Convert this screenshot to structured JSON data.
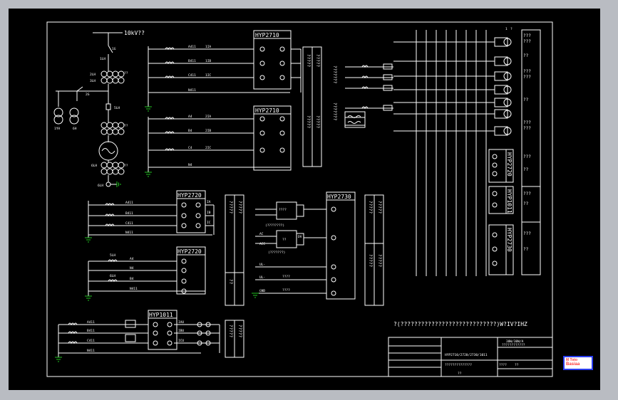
{
  "sheet": {
    "top_label": "10kV??",
    "switch_label": "1G",
    "ground_switch_label": "2G",
    "ct_label_1lh": "1LH",
    "ct_label_2lh": "2LH",
    "ct_label_3lh": "3LH",
    "ct_label_5lh": "5LH",
    "ct_label_6lh": "6LH",
    "pt_label_1": "1YH",
    "pt_label_2": "6H",
    "mark_qq": "??",
    "wire_a411": "A411",
    "wire_b411": "B411",
    "wire_c411": "C411",
    "wire_n411": "N411",
    "wire_a4": "A4",
    "wire_b4": "B4",
    "wire_c4": "C4",
    "wire_n4": "N4",
    "ref_1ia": "1IA",
    "ref_1ib": "1IB",
    "ref_1ic": "1IC",
    "ref_2ia": "2IA",
    "ref_2ib": "2IB",
    "ref_2ic": "2IC",
    "ref_ia": "IA",
    "ref_ib": "IB",
    "ref_ic": "IC",
    "ref_iau": "IAU",
    "ref_ibu": "IBU",
    "ref_icu": "ICU",
    "vert_text": "??????????",
    "vert_text_short": "?????",
    "vert_text_mid": "???????",
    "cap_left": "(????????)",
    "cap_left2": "(???????)",
    "rect_label_1": "????",
    "rect_label_2": "??",
    "sig_ac": "AC",
    "sig_acc": "ACC",
    "sig_ul": "UL-",
    "sig_gnd": "GND",
    "sig_dv": "DV",
    "q4": "????",
    "right_top_1": "1",
    "right_top_2": "?",
    "right_label_q": "???",
    "right_label_qq": "??",
    "note_line": "?(????????????????????????????)W?IV?IHZ",
    "title_hdr": "30W/30W/A",
    "title_sub": "????????????",
    "title_drawing": "HYP2710/2720/2730/1011",
    "title_desc": "??????????????",
    "title_q": "????",
    "title_qq": "??",
    "logo_text_1": "M   Toto",
    "logo_text_2": "Basiaa"
  },
  "modules": {
    "hyp2710": "HYP2710",
    "hyp2720": "HYP2720",
    "hyp2730": "HYP2730",
    "hyp1011": "HYP1011",
    "right_2720": "HYP2720",
    "right_1011": "HYP1011",
    "right_2730": "HYP2730"
  },
  "colors": {
    "background": "#000000",
    "frame": "#ffffff",
    "wire": "#ffffff",
    "ground_symbol": "#21c321",
    "accent_yellow": "#e2e200",
    "logo_red": "#ff3a3a",
    "logo_blue": "#2a3df0"
  }
}
